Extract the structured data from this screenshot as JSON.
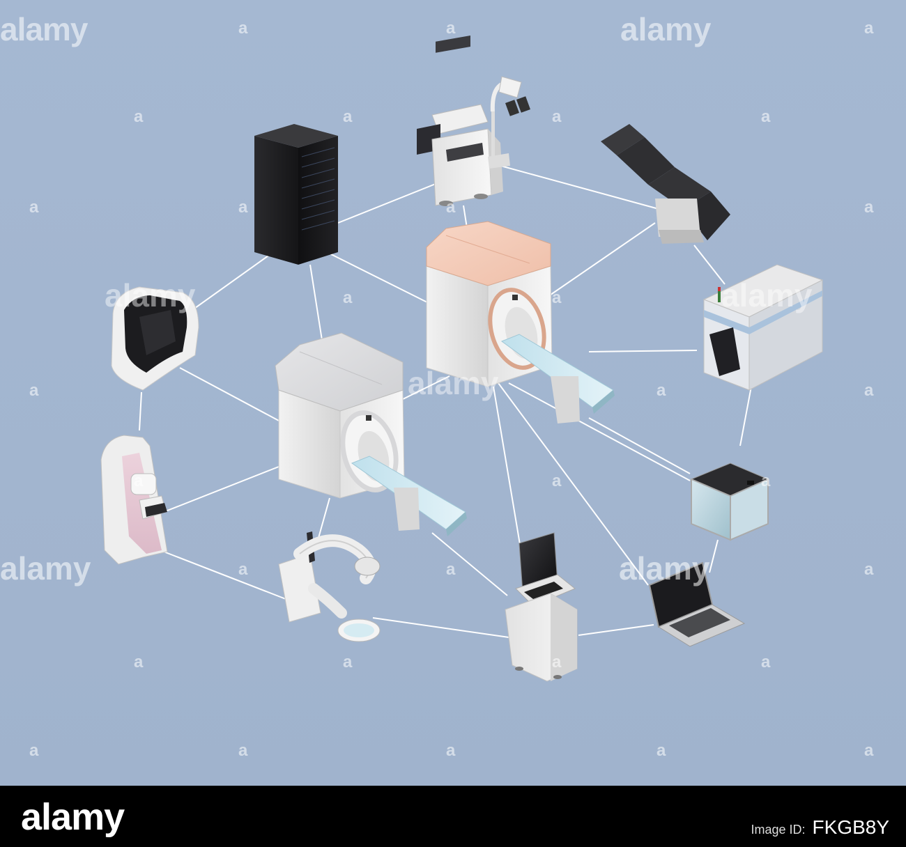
{
  "watermark": {
    "brand": "alamy",
    "mark": "a"
  },
  "footer": {
    "logo": "alamy",
    "image_id_label": "Image ID:",
    "image_id": "FKGB8Y"
  },
  "colors": {
    "background": "#a3b6d0",
    "link_line": "#ffffff",
    "footer": "#000000",
    "ct_housing": "#e9e9e9",
    "ct_top_pink": "#f4c9b4",
    "ct_table": "#cfe6ee",
    "server_rack": "#1d1d1f"
  },
  "devices": [
    {
      "name": "server-rack-icon"
    },
    {
      "name": "anesthesia-machine-icon"
    },
    {
      "name": "operating-table-icon"
    },
    {
      "name": "ct-scanner-pink-icon"
    },
    {
      "name": "ct-scanner-grey-icon"
    },
    {
      "name": "analyzer-machine-icon"
    },
    {
      "name": "massage-chair-icon"
    },
    {
      "name": "mammography-icon"
    },
    {
      "name": "c-arm-xray-icon"
    },
    {
      "name": "ultrasound-cart-icon"
    },
    {
      "name": "3d-printer-icon"
    },
    {
      "name": "laptop-icon"
    }
  ]
}
